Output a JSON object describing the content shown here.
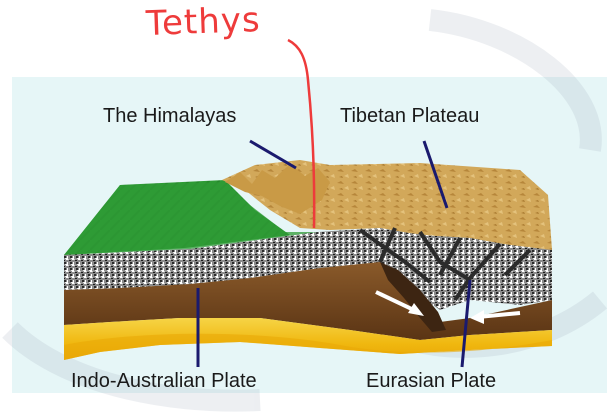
{
  "annotation": "Tethys",
  "labels": {
    "himalayas": "The Himalayas",
    "tibetan_plateau": "Tibetan Plateau",
    "indo_australian": "Indo-Australian Plate",
    "eurasian": "Eurasian Plate"
  },
  "colors": {
    "background_panel": "#e6f6f7",
    "lowland": "#2e9a34",
    "plateau": "#cfa252",
    "crust_speckle": "#9a9a9a",
    "mantle_brown": "#7a4a1f",
    "asthenosphere_yellow": "#f2c21b",
    "leader_lines": "#1a1a6e",
    "annotation": "#ee3b3b",
    "arrows": "#ffffff"
  }
}
